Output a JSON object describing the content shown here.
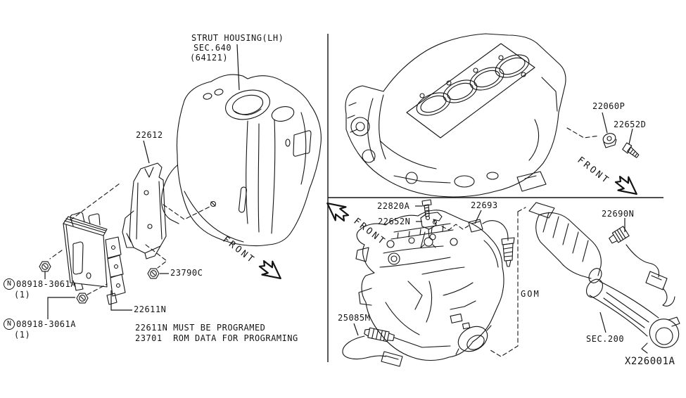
{
  "diagram": {
    "bg": "#ffffff",
    "ink": "#141414",
    "id_code": "X226001A"
  },
  "labels": {
    "strut_housing_line1": "STRUT HOUSING(LH)",
    "strut_housing_line2": "SEC.640",
    "strut_housing_line3": "(64121)",
    "ecm_bracket": "22612",
    "nut_upper": {
      "prefix": "N",
      "number": "08918-3061A",
      "qty": "(1)"
    },
    "nut_lower": {
      "prefix": "N",
      "number": "08918-3061A",
      "qty": "(1)"
    },
    "bracket_bolt": "23790C",
    "ecm_unit": "22611N",
    "note_line1": "22611N MUST BE PROGRAMED",
    "note_line2": "23701  ROM DATA FOR PROGRAMING",
    "knock_sensor": "22060P",
    "knock_sensor_bolt": "22652D",
    "cam_sensor_bolt": "22820A",
    "cam_sensor": "22652N",
    "o2_sensor_front": "22693",
    "o2_sensor_rear": "22690N",
    "harness_ref": "GOM",
    "o2_sensor_lower": "25085M",
    "catalyst_section": "SEC.200"
  },
  "direction": {
    "front_top_left": "FRONT",
    "front_top_right": "FRONT",
    "front_bottom_right": "FRONT"
  }
}
